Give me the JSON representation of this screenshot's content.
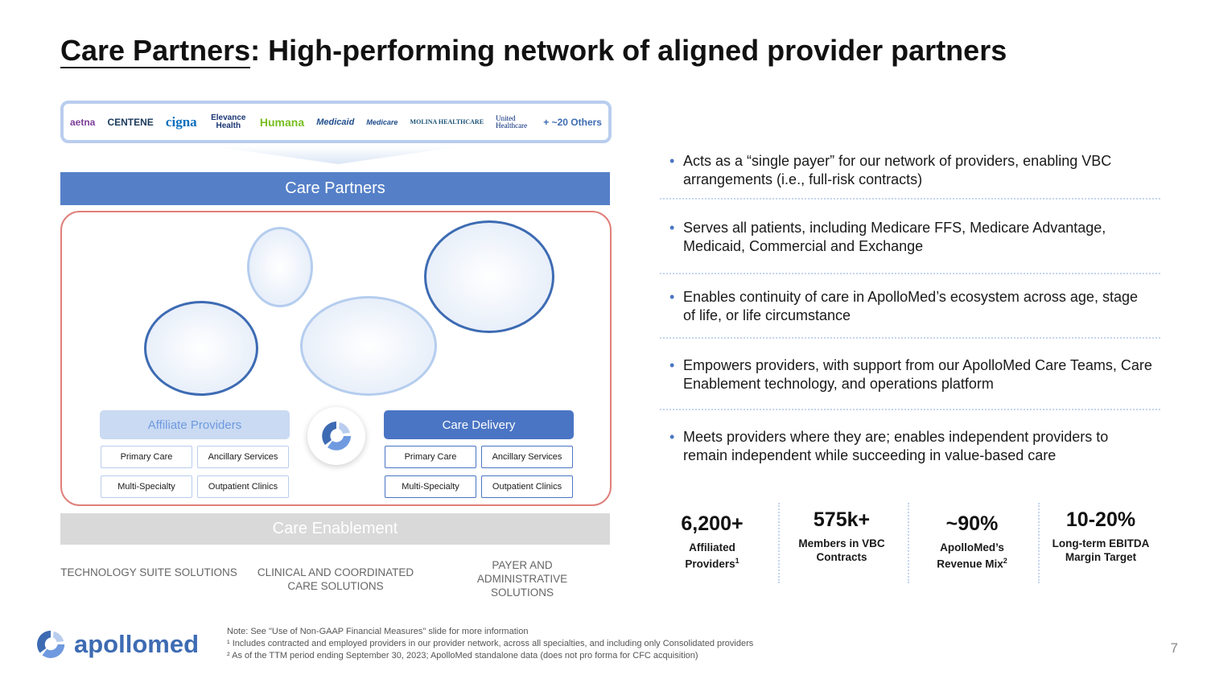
{
  "title": {
    "underlined": "Care Partners",
    "rest": ": High-performing network of aligned provider partners"
  },
  "payers": [
    "aetna",
    "CENTENE",
    "cigna",
    "Elevance Health",
    "Humana",
    "Medicaid",
    "Medicare",
    "MOLINA HEALTHCARE",
    "United Healthcare",
    "+ ~20 Others"
  ],
  "care_partners_label": "Care Partners",
  "affiliate": {
    "title": "Affiliate Providers",
    "cells": [
      "Primary Care",
      "Ancillary Services",
      "Multi-Specialty",
      "Outpatient Clinics"
    ]
  },
  "delivery": {
    "title": "Care Delivery",
    "cells": [
      "Primary Care",
      "Ancillary Services",
      "Multi-Specialty",
      "Outpatient Clinics"
    ]
  },
  "care_enablement_label": "Care Enablement",
  "solutions": [
    "TECHNOLOGY SUITE SOLUTIONS",
    "CLINICAL AND COORDINATED CARE SOLUTIONS",
    "PAYER AND ADMINISTRATIVE SOLUTIONS"
  ],
  "bullets": [
    "Acts as a “single payer” for our network of providers, enabling VBC arrangements (i.e., full-risk contracts)",
    "Serves all patients, including Medicare FFS, Medicare Advantage, Medicaid, Commercial and Exchange",
    "Enables continuity of care in ApolloMed’s ecosystem across age, stage of life, or life circumstance",
    "Empowers providers, with support from our ApolloMed Care Teams, Care Enablement technology, and operations platform",
    "Meets providers where they are; enables independent providers to remain independent while succeeding in value-based care"
  ],
  "stats": [
    {
      "value": "6,200+",
      "label": "Affiliated Providers",
      "sup": "1"
    },
    {
      "value": "575k+",
      "label": "Members in VBC Contracts",
      "sup": ""
    },
    {
      "value": "~90%",
      "label": "ApolloMed’s Revenue Mix",
      "sup": "2"
    },
    {
      "value": "10-20%",
      "label": "Long-term EBITDA Margin Target",
      "sup": ""
    }
  ],
  "notes": [
    "Note: See \"Use of Non-GAAP Financial Measures\" slide for more information",
    "¹ Includes contracted and employed providers in our provider network, across all specialties, and including only Consolidated providers",
    "² As of the TTM period ending September 30, 2023; ApolloMed standalone data (does not pro forma for CFC acquisition)"
  ],
  "brand": "apollomed",
  "page_number": "7"
}
